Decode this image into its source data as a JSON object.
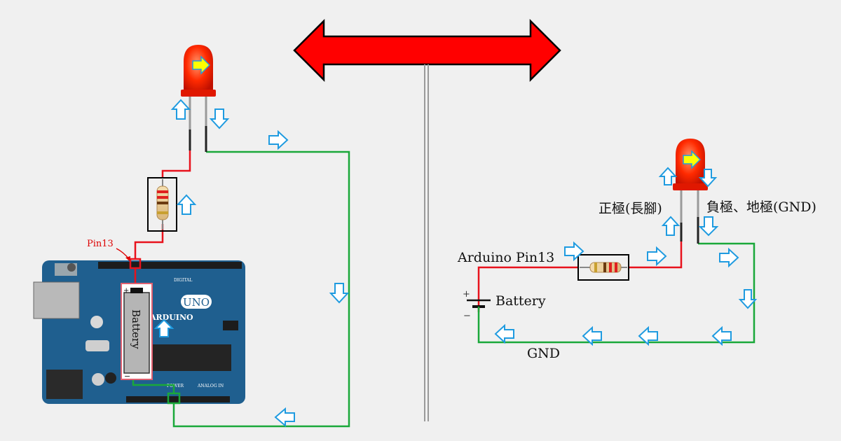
{
  "labels": {
    "pin13_left": "Pin13",
    "battery_left": "Battery",
    "uno_badge": "UNO",
    "arduino_logo": "ARDUINO",
    "power_header": "POWER",
    "analog_header": "ANALOG IN",
    "digital_header": "DIGITAL",
    "positive_lead": "正極(長腳)",
    "negative_lead": "負極、地極(GND)",
    "arduino_pin13": "Arduino Pin13",
    "battery_right": "Battery",
    "gnd": "GND",
    "plus": "+",
    "minus": "−"
  },
  "colors": {
    "background": "#f0f0f0",
    "wire_red": "#e8121c",
    "wire_green": "#1aa83a",
    "flow_arrow": "#1f9be0",
    "led_red": "#ff2a00",
    "big_arrow": "#ff0000",
    "board_blue": "#1f5f8f"
  },
  "icons": {
    "big_arrow": "double-headed-arrow-icon",
    "flow": "hollow-arrow-icon",
    "led": "red-led-icon",
    "resistor": "resistor-icon",
    "battery": "battery-symbol-icon",
    "board": "arduino-uno-board-icon"
  }
}
